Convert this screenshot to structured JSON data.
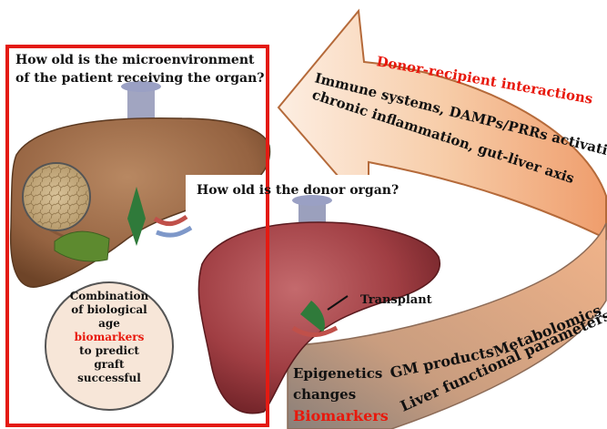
{
  "questions": {
    "recipient_line1": "How old  is the microenvironment",
    "recipient_line2": "of the patient receiving the organ?",
    "donor": "How old is the donor organ?"
  },
  "circle_text": {
    "line1": "Combination",
    "line2": "of biological",
    "line3": "age",
    "line4": "biomarkers",
    "line5": "to predict",
    "line6": "graft",
    "line7": "successful"
  },
  "transplant_label": "Transplant",
  "arrow_top": {
    "heading": "Donor-recipient  interactions",
    "line1": "Immune  systems, DAMPs/PRRs activation,",
    "line2": "chronic  inflammation, gut-liver axis"
  },
  "arrow_bottom": {
    "epigenetics": "Epigenetics",
    "changes": "changes",
    "biomarkers": "Biomarkers",
    "gm_products": "GM products",
    "metabolomics": "Metabolomics",
    "liver_params": "Liver functional parameters"
  },
  "colors": {
    "frame_red": "#e41a12",
    "accent_red": "#e8180c",
    "liver_brown": "#9a6a45",
    "liver_red": "#a03a3e",
    "arrow_peach": "#f3b48a"
  }
}
